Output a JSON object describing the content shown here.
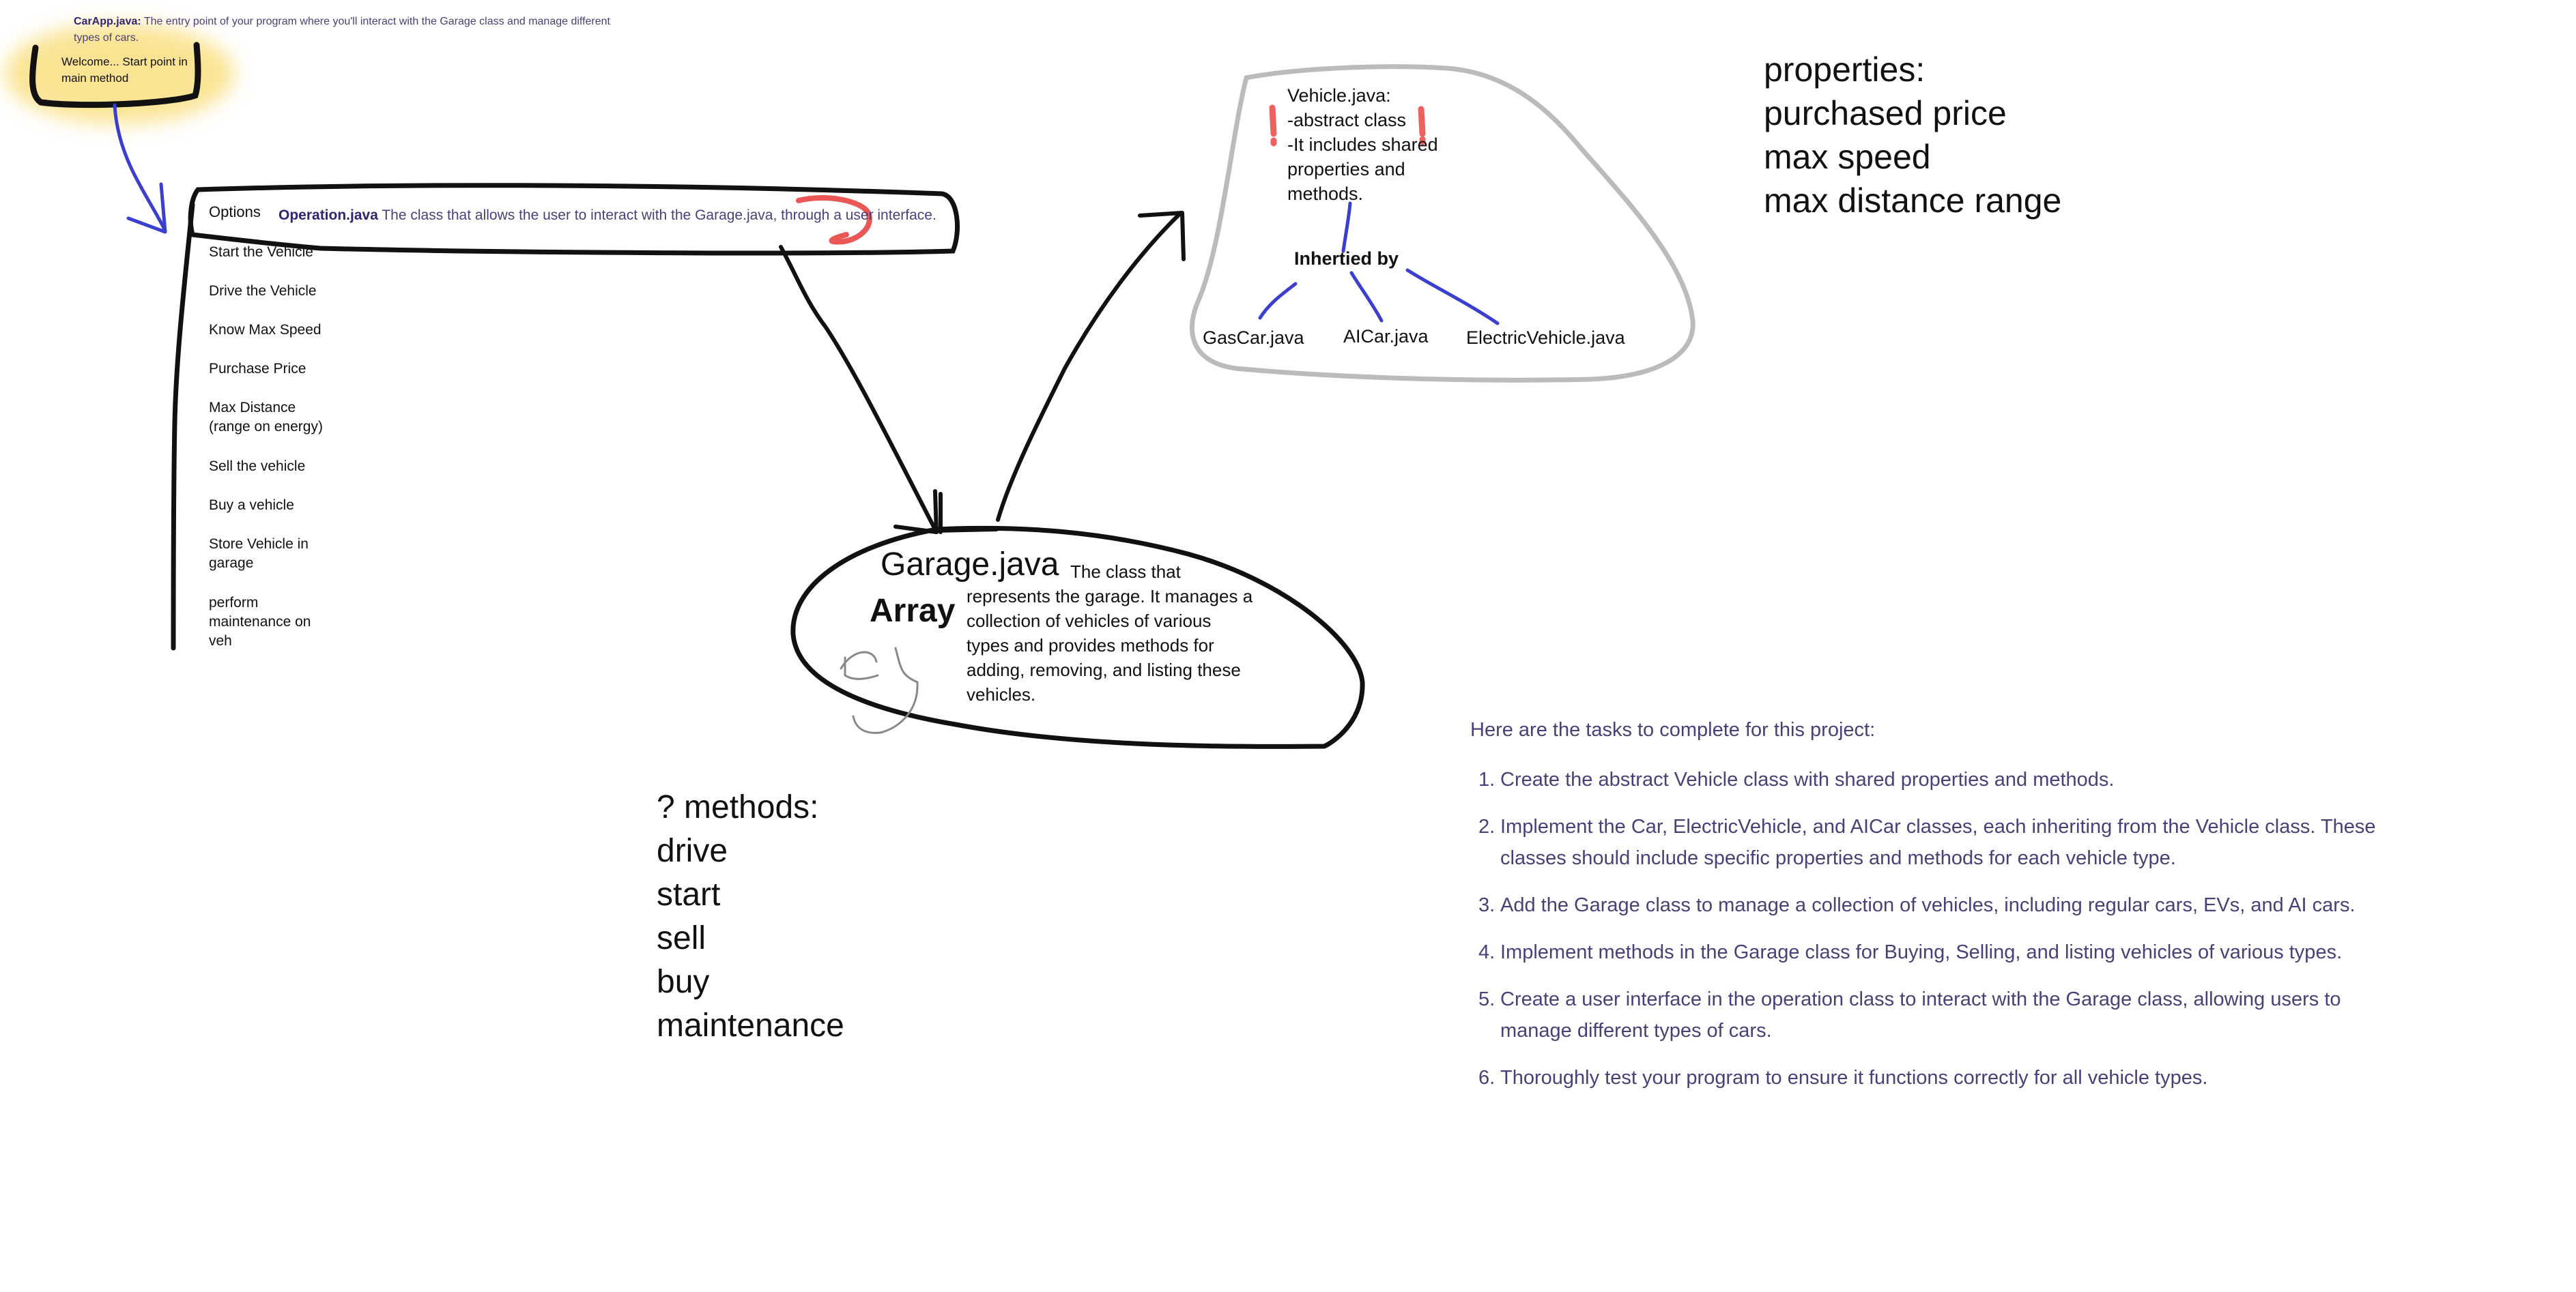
{
  "carapp": {
    "file": "CarApp.java:",
    "description": " The entry point of your program where you'll interact with the Garage class and manage different types of cars.",
    "welcome": "Welcome... Start point in main method"
  },
  "operation": {
    "options_label": "Options",
    "file": "Operation.java",
    "description": " The class that allows the user to interact with the Garage.java, through a user interface.",
    "items": [
      "Start the  Vehicle",
      "Drive the Vehicle",
      "Know Max Speed",
      "Purchase Price",
      "Max Distance (range on energy)",
      "Sell the vehicle",
      "Buy a vehicle",
      "Store Vehicle in garage",
      "perform maintenance on veh"
    ]
  },
  "garage": {
    "title": "Garage.java",
    "description": "The class that represents the garage. It manages a collection of vehicles of various types and provides methods for adding, removing, and listing these vehicles.",
    "array_label": "Array"
  },
  "methods": {
    "lines": [
      "? methods:",
      "drive",
      "start",
      "sell",
      "buy",
      "maintenance"
    ]
  },
  "vehicle": {
    "lines": [
      "Vehicle.java:",
      "-abstract class",
      "-It includes shared properties and methods."
    ],
    "inherited_label": "Inhertied by",
    "subclasses": [
      "GasCar.java",
      "AICar.java",
      "ElectricVehicle.java"
    ]
  },
  "properties": {
    "lines": [
      "properties:",
      "purchased price",
      "max speed",
      "max distance range"
    ]
  },
  "tasks": {
    "intro": "Here are the tasks to complete for this project:",
    "items": [
      {
        "num": "1.",
        "text": "Create the abstract Vehicle class with shared properties and methods."
      },
      {
        "num": "2.",
        "text": "Implement the Car, ElectricVehicle, and AICar classes, each inheriting from the Vehicle class. These classes should include specific properties and methods for each vehicle type."
      },
      {
        "num": "3.",
        "text": "Add the Garage class to manage a collection of vehicles, including regular cars, EVs, and AI cars."
      },
      {
        "num": "4.",
        "text": "Implement methods in the Garage class for Buying, Selling, and listing vehicles of various types."
      },
      {
        "num": "5.",
        "text": "Create a user interface in the operation class to interact with the Garage class, allowing users to manage different types of cars."
      },
      {
        "num": "6.",
        "text": "Thoroughly test your program to ensure it functions correctly for all vehicle types."
      }
    ]
  },
  "colors": {
    "ink": "#000000",
    "blue_ink": "#3a3fd0",
    "highlight": "#f2c230",
    "red_marker": "#e83a3a",
    "gray_outline": "#bbbbbb",
    "purple_text": "#4b3f78"
  }
}
